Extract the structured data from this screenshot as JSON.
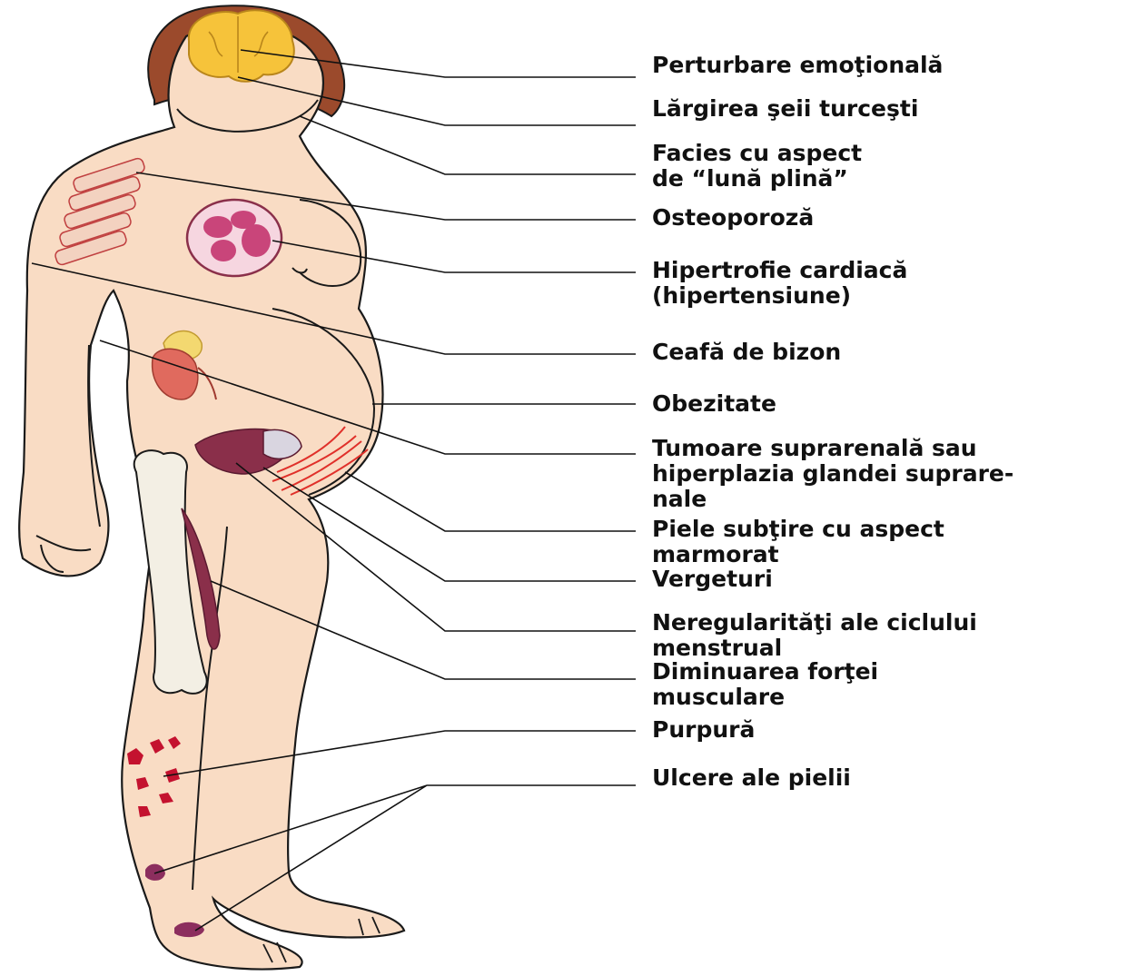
{
  "labels": [
    {
      "id": "emotional",
      "lines": [
        "Perturbare emoţională"
      ]
    },
    {
      "id": "sella",
      "lines": [
        "Lărgirea şeii turceşti"
      ]
    },
    {
      "id": "moonface",
      "lines": [
        "Facies cu aspect",
        "de “lună plină”"
      ]
    },
    {
      "id": "osteoporosis",
      "lines": [
        "Osteoporoză"
      ]
    },
    {
      "id": "cardiac",
      "lines": [
        "Hipertrofie cardiacă",
        "(hipertensiune)"
      ]
    },
    {
      "id": "buffalo",
      "lines": [
        "Ceafă de bizon"
      ]
    },
    {
      "id": "obesity",
      "lines": [
        "Obezitate"
      ]
    },
    {
      "id": "adrenal",
      "lines": [
        "Tumoare suprarenală sau",
        "hiperplazia glandei suprare-",
        "nale"
      ]
    },
    {
      "id": "skin",
      "lines": [
        "Piele subţire cu aspect",
        "marmorat"
      ]
    },
    {
      "id": "striae",
      "lines": [
        "Vergeturi"
      ]
    },
    {
      "id": "menstrual",
      "lines": [
        "Neregularităţi ale ciclului",
        "menstrual"
      ]
    },
    {
      "id": "muscle",
      "lines": [
        "Diminuarea forţei",
        "musculare"
      ]
    },
    {
      "id": "purpura",
      "lines": [
        "Purpură"
      ]
    },
    {
      "id": "ulcers",
      "lines": [
        "Ulcere ale pielii"
      ]
    }
  ],
  "colors": {
    "skin": "#f9dcc4",
    "skin_outline": "#1a1a1a",
    "hair": "#9b4a2c",
    "brain": "#f6c33a",
    "heart_fill": "#c9457a",
    "kidney": "#e06a5e",
    "adrenal": "#f3d870",
    "muscle": "#8a2f4a",
    "bone": "#f3efe4",
    "striae": "#e0302a",
    "purpura": "#c4122f",
    "ulcer": "#8c2e5e",
    "leader_line": "#111111"
  }
}
